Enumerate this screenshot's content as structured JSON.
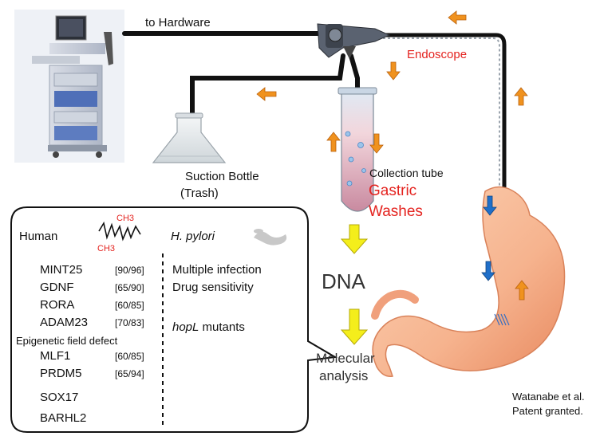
{
  "labels": {
    "to_hardware": "to Hardware",
    "endoscope": "Endoscope",
    "suction_bottle": "Suction Bottle",
    "trash": "(Trash)",
    "collection_tube": "Collection tube",
    "gastric": "Gastric",
    "washes": "Washes",
    "dna": "DNA",
    "molecular": "Molecular",
    "analysis": "analysis",
    "patent_line1": "Watanabe et al.",
    "patent_line2": "Patent granted."
  },
  "panel": {
    "human_title": "Human",
    "methyl_top": "CH3",
    "methyl_bottom": "CH3",
    "genes": [
      {
        "name": "MINT25",
        "range": "[90/96]"
      },
      {
        "name": "GDNF",
        "range": "[65/90]"
      },
      {
        "name": "RORA",
        "range": "[60/85]"
      },
      {
        "name": "ADAM23",
        "range": "[70/83]"
      }
    ],
    "field_defect": "Epigenetic field defect",
    "genes2": [
      {
        "name": "MLF1",
        "range": "[60/85]"
      },
      {
        "name": "PRDM5",
        "range": "[65/94]"
      },
      {
        "name": "SOX17",
        "range": ""
      },
      {
        "name": "BARHL2",
        "range": ""
      }
    ],
    "pylori_title": "H. pylori",
    "pylori_items": [
      "Multiple infection",
      "Drug sensitivity"
    ],
    "hopl_italic": "hopL",
    "hopl_rest": " mutants"
  },
  "colors": {
    "arrow_orange": "#f0921e",
    "arrow_blue": "#1f6fc9",
    "arrow_yellow": "#f4ee1b",
    "text_red": "#e4231f"
  }
}
